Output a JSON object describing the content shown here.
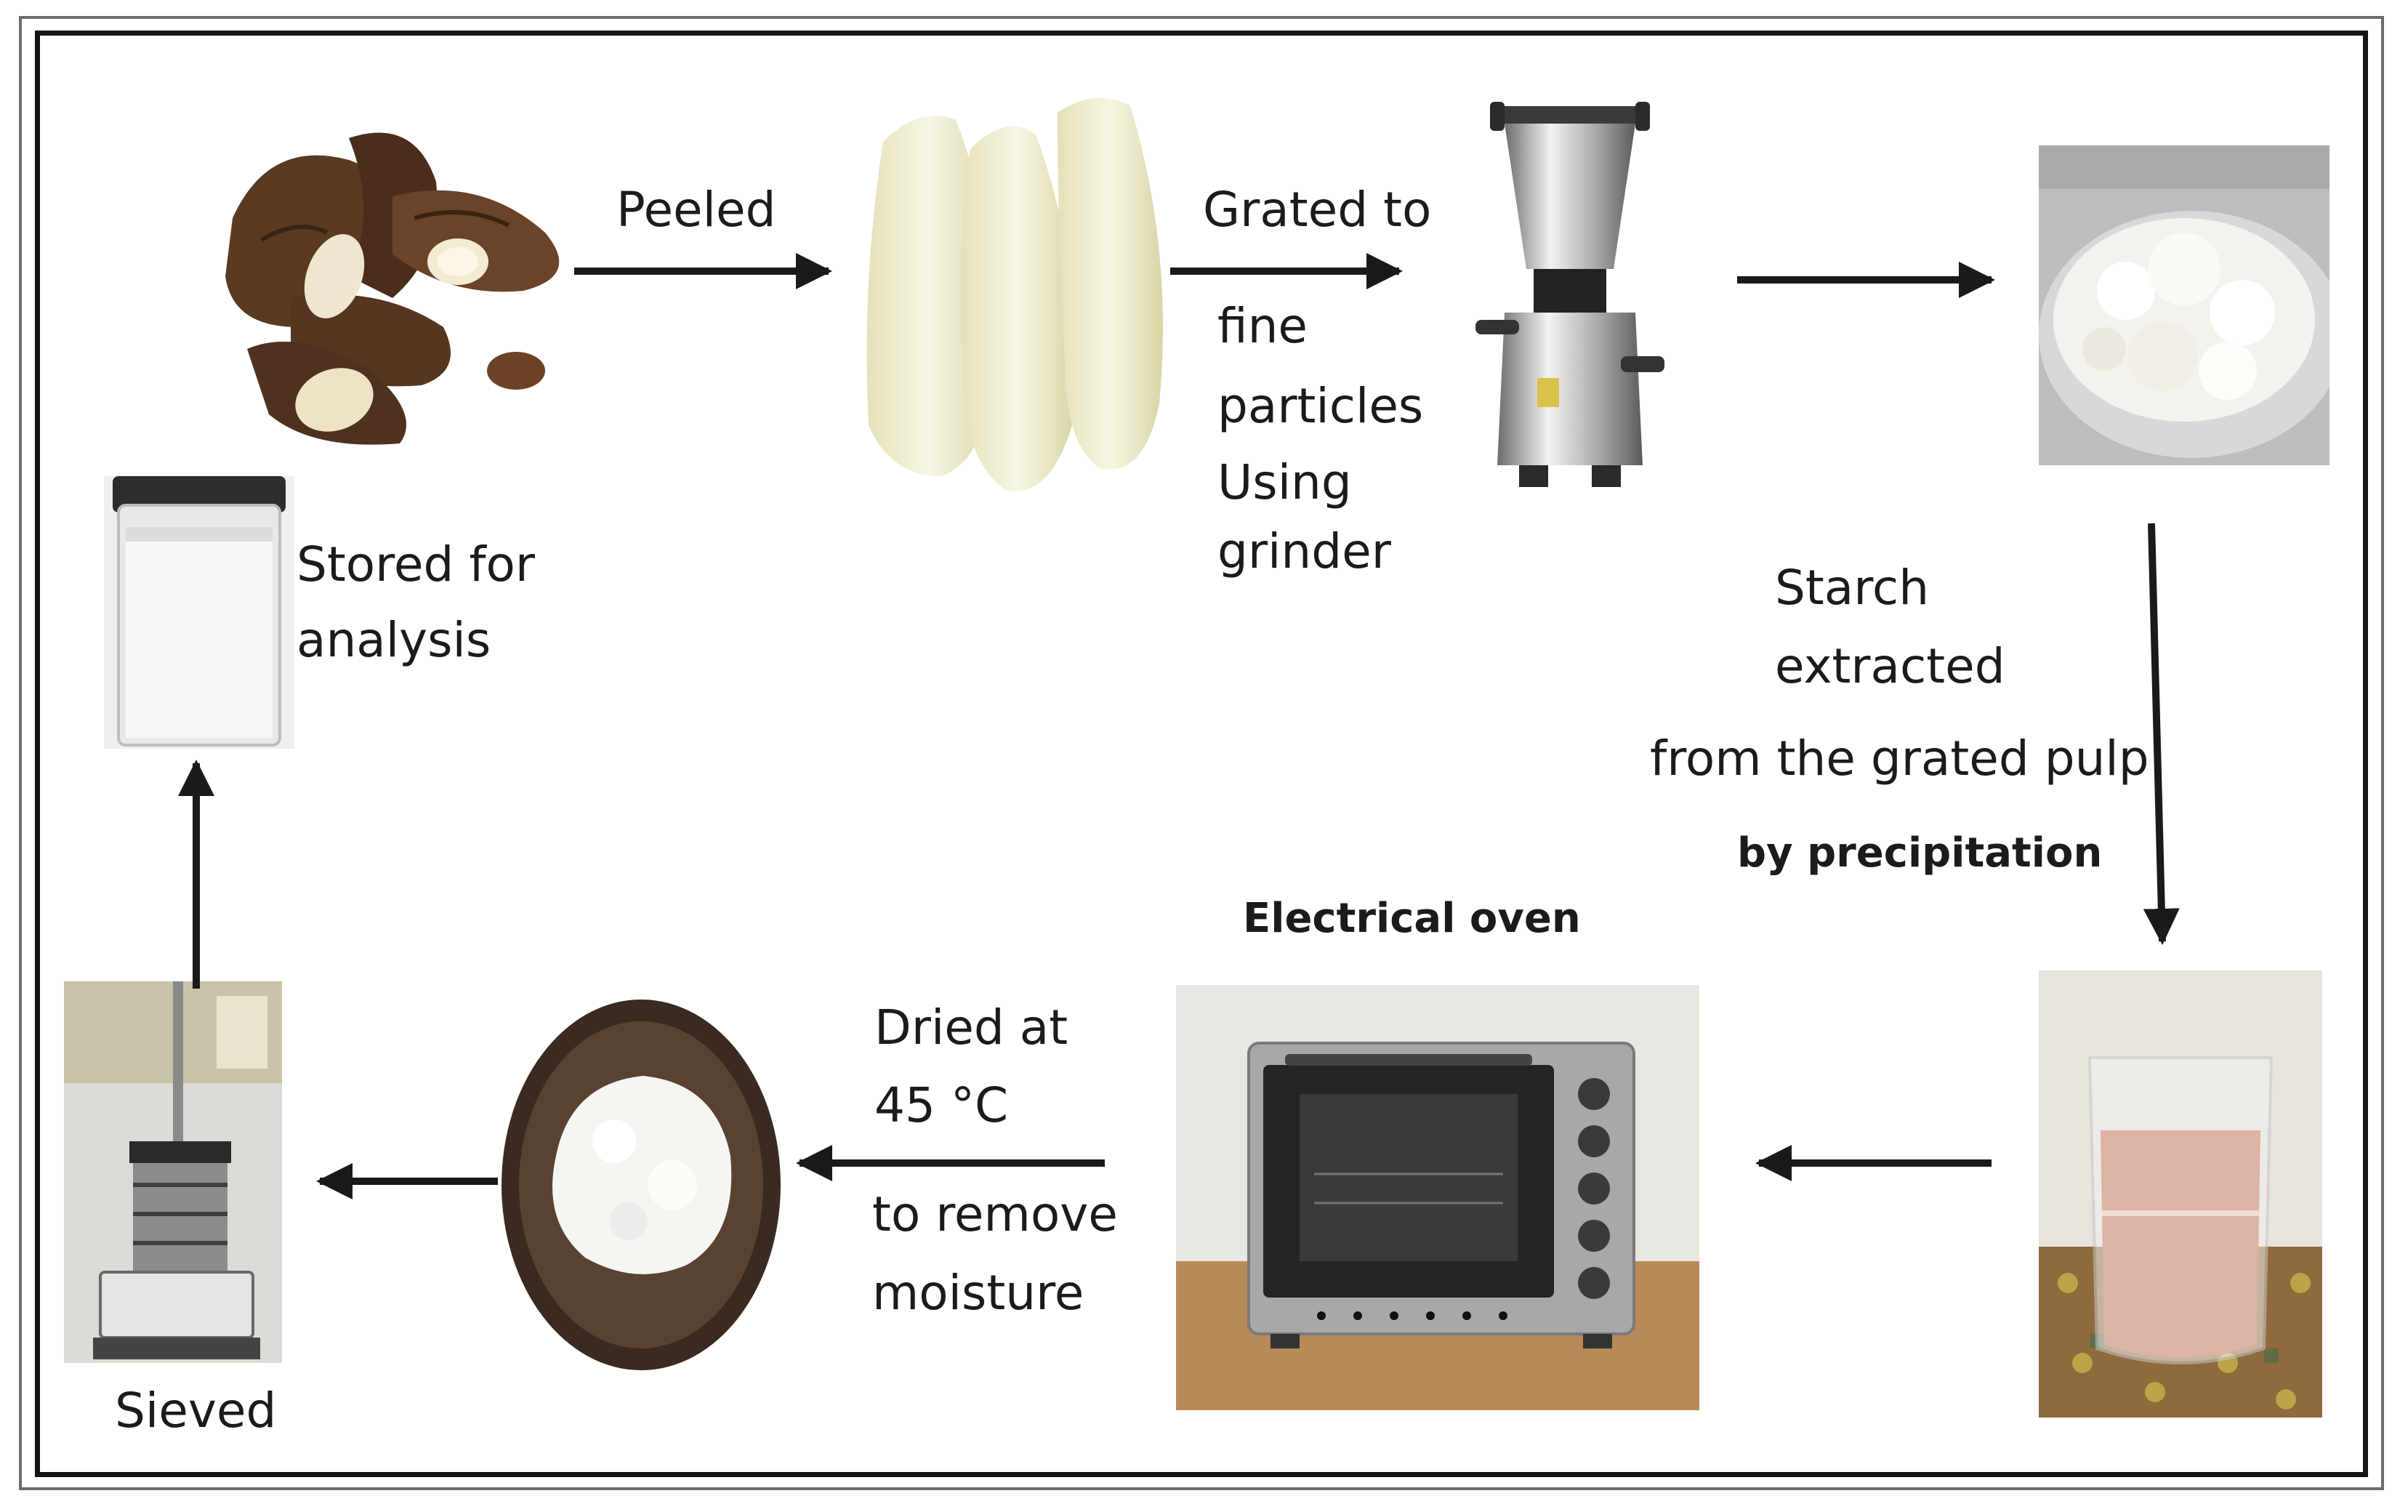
{
  "labels": {
    "peeled": "Peeled",
    "grated_line1": "Grated to",
    "grated_line2": "fine",
    "grated_line3": "particles",
    "grated_line4": "Using",
    "grated_line5": "grinder",
    "starch_line1": "Starch",
    "starch_line2": "extracted",
    "starch_line3": "from the grated pulp",
    "starch_line4": "by precipitation",
    "oven": "Electrical oven",
    "dried_line1": "Dried at",
    "dried_line2": "45 °C",
    "dried_line3": "to remove",
    "dried_line4": "moisture",
    "sieved": "Sieved",
    "stored_line1": "Stored for",
    "stored_line2": "analysis"
  },
  "colors": {
    "arrow": "#1a1a1a",
    "frame": "#151515"
  }
}
